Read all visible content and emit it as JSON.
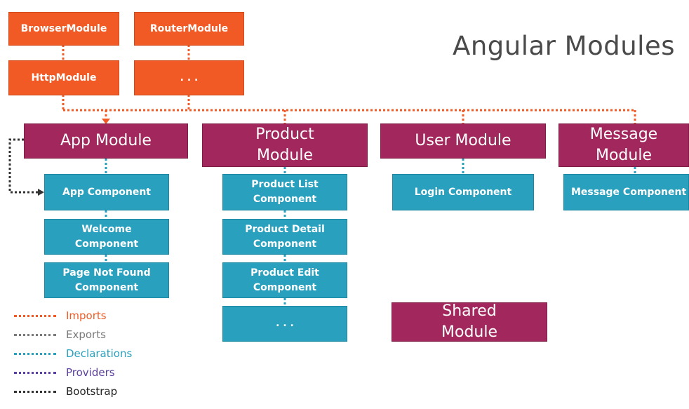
{
  "title": "Angular Modules",
  "external_modules": [
    {
      "id": "browser",
      "label": "BrowserModule"
    },
    {
      "id": "router",
      "label": "RouterModule"
    },
    {
      "id": "http",
      "label": "HttpModule"
    },
    {
      "id": "ellipsis",
      "label": ". . ."
    }
  ],
  "feature_modules": [
    {
      "id": "app",
      "label": "App Module"
    },
    {
      "id": "product",
      "label": "Product\nModule"
    },
    {
      "id": "user",
      "label": "User Module"
    },
    {
      "id": "message",
      "label": "Message\nModule"
    },
    {
      "id": "shared",
      "label": "Shared\nModule"
    }
  ],
  "components": {
    "app": [
      "App Component",
      "Welcome\nComponent",
      "Page Not Found\nComponent"
    ],
    "product": [
      "Product List\nComponent",
      "Product Detail\nComponent",
      "Product Edit\nComponent",
      ". . ."
    ],
    "user": [
      "Login Component"
    ],
    "message": [
      "Message Component"
    ]
  },
  "legend": [
    {
      "label": "Imports",
      "color": "#f15a24",
      "text_color": "#f15a24"
    },
    {
      "label": "Exports",
      "color": "#7a7a7a",
      "text_color": "#7a7a7a"
    },
    {
      "label": "Declarations",
      "color": "#28a0be",
      "text_color": "#28a0be"
    },
    {
      "label": "Providers",
      "color": "#5b3fa0",
      "text_color": "#5b3fa0"
    },
    {
      "label": "Bootstrap",
      "color": "#333333",
      "text_color": "#222222"
    }
  ],
  "colors": {
    "external_module": "#f15a24",
    "feature_module": "#a2275c",
    "component": "#28a0be"
  }
}
